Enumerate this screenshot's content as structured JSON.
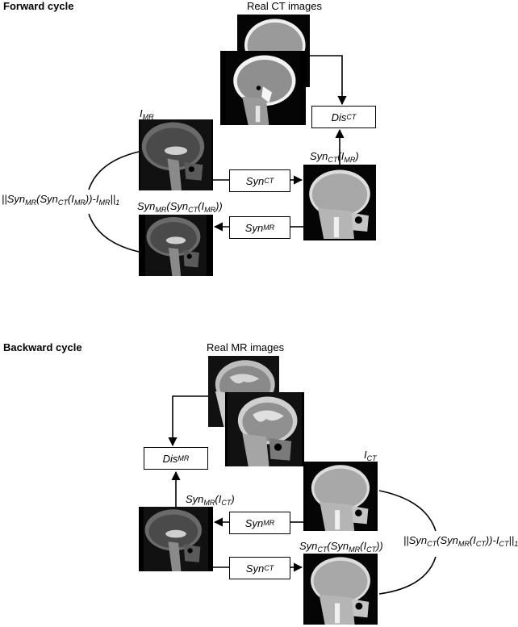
{
  "forward": {
    "title": "Forward cycle",
    "real_images_label": "Real CT images",
    "input_label": {
      "base": "I",
      "sub": "MR"
    },
    "synth_label": {
      "a": "Syn",
      "a_sub": "CT",
      "b": "(I",
      "b_sub": "MR",
      "c": ")"
    },
    "recon_label": {
      "a": "Syn",
      "a_sub": "MR",
      "b": "(Syn",
      "b_sub": "CT",
      "c": "(I",
      "c_sub": "MR",
      "d": "))"
    },
    "loss_label": {
      "a": "||Syn",
      "a_sub": "MR",
      "b": "(Syn",
      "b_sub": "CT",
      "c": "(I",
      "c_sub": "MR",
      "d": "))-I",
      "d_sub": "MR",
      "e": "||",
      "e_sub": "1"
    },
    "disc_box": {
      "base": "Dis",
      "sub": "CT"
    },
    "gen_fwd_box": {
      "base": "Syn",
      "sub": "CT"
    },
    "gen_bwd_box": {
      "base": "Syn",
      "sub": "MR"
    }
  },
  "backward": {
    "title": "Backward cycle",
    "real_images_label": "Real MR images",
    "input_label": {
      "base": "I",
      "sub": "CT"
    },
    "synth_label": {
      "a": "Syn",
      "a_sub": "MR",
      "b": "(I",
      "b_sub": "CT",
      "c": ")"
    },
    "recon_label": {
      "a": "Syn",
      "a_sub": "CT",
      "b": "(Syn",
      "b_sub": "MR",
      "c": "(I",
      "c_sub": "CT",
      "d": "))"
    },
    "loss_label": {
      "a": "||Syn",
      "a_sub": "CT",
      "b": "(Syn",
      "b_sub": "MR",
      "c": "(I",
      "c_sub": "CT",
      "d": "))-I",
      "d_sub": "CT",
      "e": "||",
      "e_sub": "1"
    },
    "disc_box": {
      "base": "Dis",
      "sub": "MR"
    },
    "gen_fwd_box": {
      "base": "Syn",
      "sub": "MR"
    },
    "gen_bwd_box": {
      "base": "Syn",
      "sub": "CT"
    }
  }
}
